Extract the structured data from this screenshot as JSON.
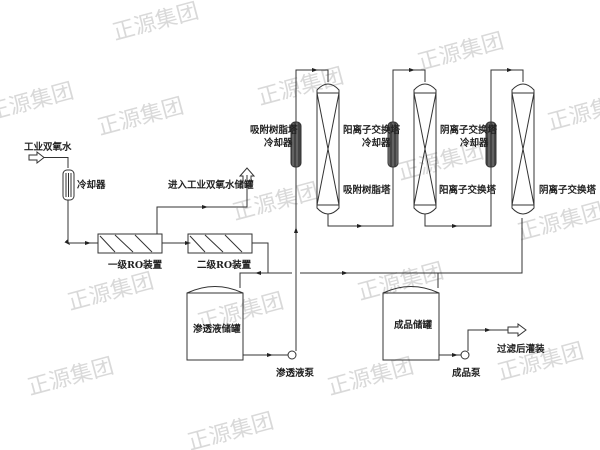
{
  "watermark": "正源集团",
  "labels": {
    "feed": "工业双氧水",
    "cooler": "冷却器",
    "to_storage": "进入工业双氧水储罐",
    "ro1": "一级RO装置",
    "ro2": "二级RO装置",
    "resin_cooler_1": "吸附树脂塔",
    "resin_cooler_2": "冷却器",
    "resin_tower": "吸附树脂塔",
    "cation_cooler_1": "阳离子交换塔",
    "cation_cooler_2": "冷却器",
    "cation_tower": "阳离子交换塔",
    "anion_cooler_1": "阴离子交换塔",
    "anion_cooler_2": "冷却器",
    "anion_tower": "阴离子交换塔",
    "permeate_tank": "渗透液储罐",
    "permeate_pump": "渗透液泵",
    "product_tank": "成品储罐",
    "product_pump": "成品泵",
    "filling": "过滤后灌装"
  }
}
